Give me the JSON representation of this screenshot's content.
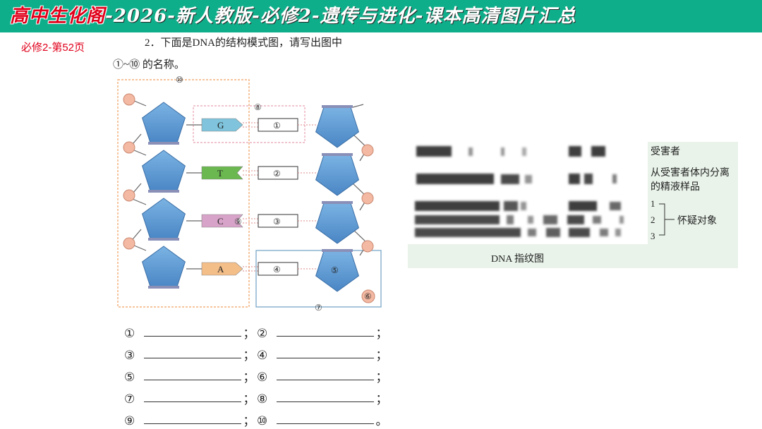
{
  "banner": {
    "brand": "高中生化阁",
    "subtitle": "-2026-新人教版-必修2-遗传与进化-课本高清图片汇总",
    "color": "#0fae8a"
  },
  "page_ref": "必修2-第52页",
  "question": {
    "line1": "2．下面是DNA的结构模式图，请写出图中",
    "line2": "①~⑩ 的名称。"
  },
  "diagram": {
    "bases": [
      "G",
      "T",
      "C",
      "A"
    ],
    "pair_numbers": [
      "①",
      "②",
      "③",
      "④"
    ],
    "labels": {
      "n5": "⑤",
      "n6": "⑥",
      "n7": "⑦",
      "n8": "⑧",
      "n9": "⑨",
      "n10": "⑩"
    },
    "colors": {
      "G": "#7fc4dc",
      "T": "#6ab84f",
      "C": "#d7a3c8",
      "A": "#f4be88",
      "pentose": "#5b9bd5",
      "phosphate": "#f4b9a3",
      "box_orange": "#f0a060",
      "box_pink": "#e8a0b0",
      "box_blue": "#7aa8c8"
    }
  },
  "answers": [
    [
      "①",
      "；",
      "②",
      "；"
    ],
    [
      "③",
      "；",
      "④",
      "；"
    ],
    [
      "⑤",
      "；",
      "⑥",
      "；"
    ],
    [
      "⑦",
      "；",
      "⑧",
      "；"
    ],
    [
      "⑨",
      "；",
      "⑩",
      "。"
    ]
  ],
  "fingerprint": {
    "victim": "受害者",
    "sample_line1": "从受害者体内分离",
    "sample_line2": "的精液样品",
    "lane1": "1",
    "lane2": "2",
    "lane3": "3",
    "suspects": "怀疑对象",
    "caption": "DNA 指纹图",
    "panel_color": "#e9f3ea"
  }
}
